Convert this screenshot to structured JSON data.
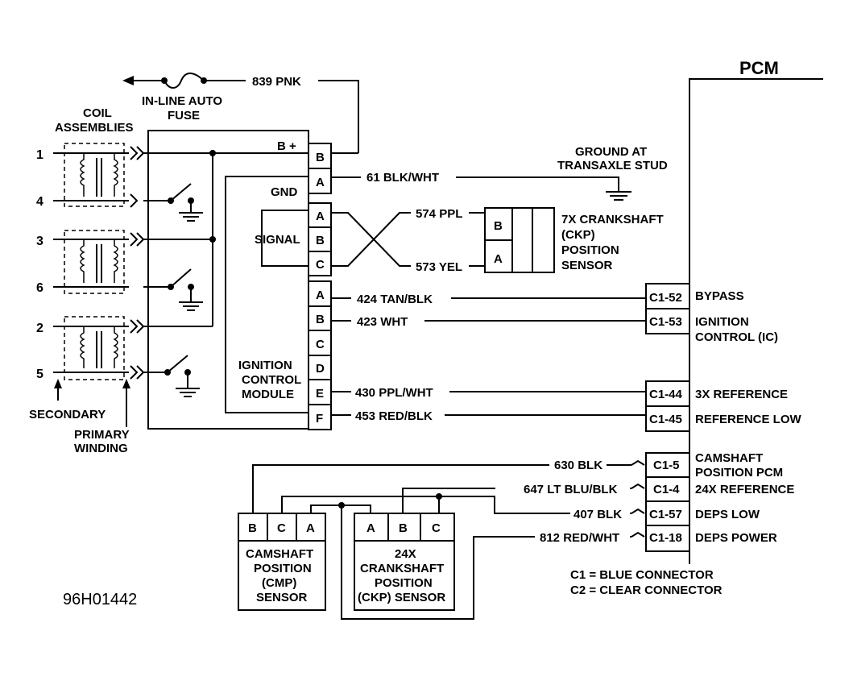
{
  "pcm": {
    "title": "PCM"
  },
  "fuse": {
    "wire": "839 PNK",
    "label_line1": "IN-LINE AUTO",
    "label_line2": "FUSE"
  },
  "coil": {
    "label_line1": "COIL",
    "label_line2": "ASSEMBLIES",
    "terminals": [
      "1",
      "4",
      "3",
      "6",
      "2",
      "5"
    ],
    "secondary": "SECONDARY",
    "primary_line1": "PRIMARY",
    "primary_line2": "WINDING"
  },
  "icm": {
    "bplus": "B +",
    "gnd": "GND",
    "signal": "SIGNAL",
    "name_line1": "IGNITION",
    "name_line2": "CONTROL",
    "name_line3": "MODULE",
    "pins_power": [
      "B",
      "A"
    ],
    "pins_signal": [
      "A",
      "B",
      "C"
    ],
    "pins_main": [
      "A",
      "B",
      "C",
      "D",
      "E",
      "F"
    ]
  },
  "ground": {
    "line1": "GROUND AT",
    "line2": "TRANSAXLE STUD",
    "wire": "61 BLK/WHT"
  },
  "ckp7x": {
    "wire_a": "574 PPL",
    "wire_b": "573 YEL",
    "pins": [
      "B",
      "A"
    ],
    "label_line1": "7X CRANKSHAFT",
    "label_line2": "(CKP)",
    "label_line3": "POSITION",
    "label_line4": "SENSOR"
  },
  "connections": [
    {
      "wire": "424 TAN/BLK",
      "pin": "C1-52",
      "label_line1": "BYPASS",
      "label_line2": ""
    },
    {
      "wire": "423 WHT",
      "pin": "C1-53",
      "label_line1": "IGNITION",
      "label_line2": "CONTROL (IC)"
    },
    {
      "wire": "430 PPL/WHT",
      "pin": "C1-44",
      "label_line1": "3X REFERENCE",
      "label_line2": ""
    },
    {
      "wire": "453 RED/BLK",
      "pin": "C1-45",
      "label_line1": "REFERENCE LOW",
      "label_line2": ""
    }
  ],
  "lower_connections": [
    {
      "wire": "630 BLK",
      "pin": "C1-5",
      "label_line1": "CAMSHAFT",
      "label_line2": "POSITION PCM"
    },
    {
      "wire": "647 LT BLU/BLK",
      "pin": "C1-4",
      "label_line1": "24X REFERENCE",
      "label_line2": ""
    },
    {
      "wire": "407 BLK",
      "pin": "C1-57",
      "label_line1": "DEPS LOW",
      "label_line2": ""
    },
    {
      "wire": "812 RED/WHT",
      "pin": "C1-18",
      "label_line1": "DEPS POWER",
      "label_line2": ""
    }
  ],
  "cmp": {
    "pins": [
      "B",
      "C",
      "A"
    ],
    "label_line1": "CAMSHAFT",
    "label_line2": "POSITION",
    "label_line3": "(CMP)",
    "label_line4": "SENSOR"
  },
  "ckp24x": {
    "pins": [
      "A",
      "B",
      "C"
    ],
    "label_line1": "24X",
    "label_line2": "CRANKSHAFT",
    "label_line3": "POSITION",
    "label_line4": "(CKP) SENSOR"
  },
  "legend": {
    "c1": "C1 = BLUE CONNECTOR",
    "c2": "C2 = CLEAR CONNECTOR"
  },
  "figure_id": "96H01442"
}
